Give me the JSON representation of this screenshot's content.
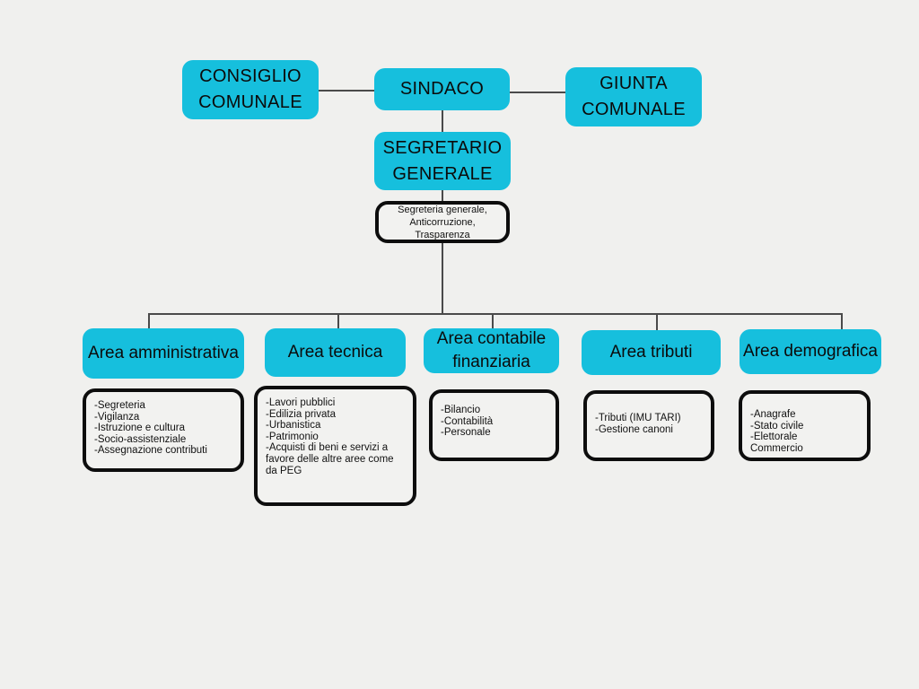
{
  "colors": {
    "background": "#f0f0ee",
    "node_fill": "#16bfdd",
    "connector": "#4a4a4a",
    "outline_border": "#0d0d0d",
    "text": "#111111"
  },
  "top_nodes": {
    "consiglio": "CONSIGLIO COMUNALE",
    "sindaco": "SINDACO",
    "giunta": "GIUNTA COMUNALE",
    "segretario": "SEGRETARIO GENERALE"
  },
  "staff_box": {
    "text": "Segreteria generale, Anticorruzione, Trasparenza"
  },
  "areas": [
    {
      "title": "Area amministrativa",
      "items": [
        "-Segreteria",
        "-Vigilanza",
        "-Istruzione e cultura",
        "-Socio-assistenziale",
        "-Assegnazione contributi"
      ]
    },
    {
      "title": "Area tecnica",
      "items": [
        "-Lavori pubblici",
        "-Edilizia privata",
        "-Urbanistica",
        "-Patrimonio",
        "-Acquisti di beni e servizi a favore delle altre aree come da PEG"
      ]
    },
    {
      "title": "Area contabile finanziaria",
      "items": [
        "-Bilancio",
        "-Contabilità",
        "-Personale"
      ]
    },
    {
      "title": "Area tributi",
      "items": [
        "-Tributi (IMU TARI)",
        "-Gestione canoni"
      ]
    },
    {
      "title": "Area demografica",
      "items": [
        "-Anagrafe",
        "-Stato civile",
        "-Elettorale",
        "Commercio"
      ]
    }
  ]
}
